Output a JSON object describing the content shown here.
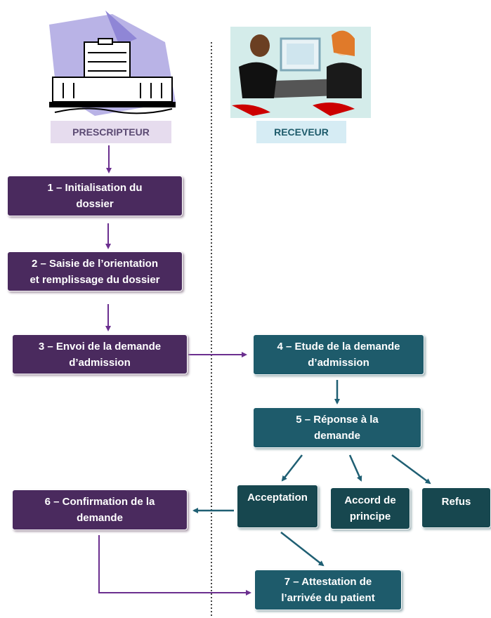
{
  "actors": {
    "prescripteur": {
      "label": "PRESCRIPTEUR",
      "color": "#5b4a73",
      "bg": "#e6dcee"
    },
    "receveur": {
      "label": "RECEVEUR",
      "color": "#1e5b6b",
      "bg": "#d6ecf4"
    }
  },
  "steps": {
    "s1": "1 – Initialisation du\ndossier",
    "s2": "2 – Saisie de l’orientation\net remplissage du dossier",
    "s3": "3 – Envoi de la demande\nd’admission",
    "s4": "4 – Etude de la demande\nd’admission",
    "s5": "5 – Réponse à  la\ndemande",
    "acceptation": "Acceptation",
    "accord": "Accord de\nprincipe",
    "refus": "Refus",
    "s6": "6 – Confirmation de la\ndemande",
    "s7": "7 – Attestation de\nl’arrivée du patient"
  },
  "colors": {
    "prescripteur_box": "#4a2a5e",
    "receveur_box": "#1e5b6b",
    "arrow_purple": "#6b2f8f",
    "arrow_teal": "#1f5f73"
  },
  "icons": {
    "left": "hospital-building-icon",
    "right": "meeting-people-icon"
  }
}
